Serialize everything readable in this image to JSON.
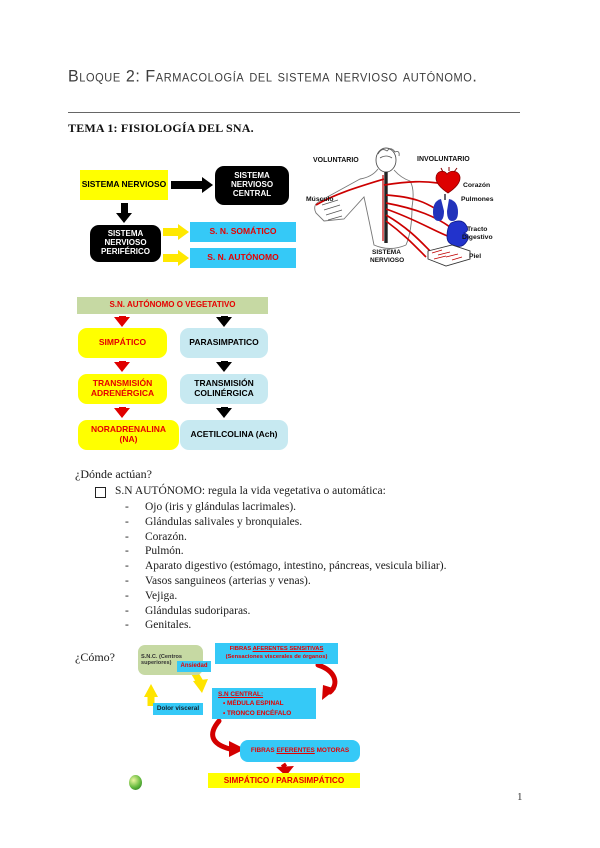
{
  "page": {
    "title": "Bloque 2: Farmacología del sistema nervioso autónomo.",
    "heading": "TEMA 1: FISIOLOGÍA DEL SNA.",
    "number": "1"
  },
  "flowchart1": {
    "sistema_nervioso": "SISTEMA NERVIOSO",
    "snc": "SISTEMA NERVIOSO CENTRAL",
    "snp": "SISTEMA NERVIOSO PERIFÉRICO",
    "somatico": "S. N. SOMÁTICO",
    "autonomo": "S. N. AUTÓNOMO"
  },
  "anatomy": {
    "voluntario": "VOLUNTARIO",
    "involuntario": "INVOLUNTARIO",
    "musculo": "Músculo",
    "corazon": "Corazón",
    "pulmones": "Pulmones",
    "tracto_l1": "Tracto",
    "tracto_l2": "Digestivo",
    "sistema_l1": "SISTEMA",
    "sistema_l2": "NERVIOSO",
    "piel": "Piel"
  },
  "flowchart2": {
    "header": "S.N. AUTÓNOMO O VEGETATIVO",
    "simpatico": "SIMPÁTICO",
    "parasimpatico": "PARASIMPATICO",
    "adrenergica": "TRANSMISIÓN ADRENÉRGICA",
    "colinergica": "TRANSMISIÓN COLINÉRGICA",
    "noradrenalina": "NORADRENALINA (NA)",
    "acetilcolina": "ACETILCOLINA (Ach)"
  },
  "donde": {
    "question": "¿Dónde actúan?",
    "intro": "S.N AUTÓNOMO: regula la vida vegetativa o automática:",
    "bullet": "-",
    "items": [
      "Ojo (iris y glándulas lacrimales).",
      "Glándulas salivales y bronquiales.",
      "Corazón.",
      "Pulmón.",
      "Aparato digestivo (estómago, intestino, páncreas, vesicula biliar).",
      "Vasos sanguineos (arterias y venas).",
      "Vejiga.",
      "Glándulas sudoriparas.",
      "Genitales."
    ]
  },
  "como": {
    "question": "¿Cómo?",
    "snc_box": "S.N.C. (Centros superiores)",
    "ansiedad": "Ansiedad",
    "aferentes_pre": "FIBRAS ",
    "aferentes_underlined": "AFERENTES SENSITIVAS",
    "aferentes_sub": "(Sensaciones viscerales de órganos)",
    "central_title": "S.N CENTRAL:",
    "central_item1": "• MÉDULA  ESPINAL",
    "central_item2": "• TRONCO ENCÉFALO",
    "dolor": "Dolor visceral",
    "eferentes_pre": "FIBRAS ",
    "eferentes_underlined": "EFERENTES",
    "eferentes_post": " MOTORAS",
    "resultado": "SIMPÁTICO / PARASIMPÁTICO"
  },
  "colors": {
    "yellow": "#ffff00",
    "cyan": "#35c9f7",
    "pale_cyan": "#c7e9f1",
    "pale_green": "#c6d9a3",
    "red": "#e60000",
    "black": "#000000"
  }
}
